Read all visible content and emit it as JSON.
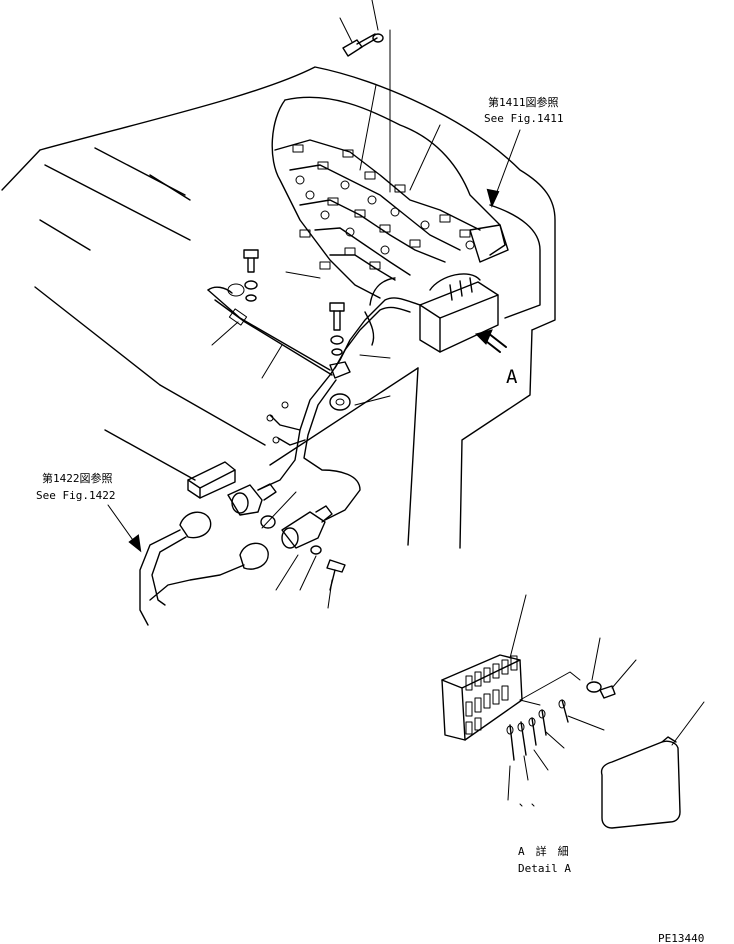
{
  "ref_1411": {
    "jp": "第1411図参照",
    "en": "See Fig.1411"
  },
  "ref_1422": {
    "jp": "第1422図参照",
    "en": "See Fig.1422"
  },
  "view_marker": "A",
  "detail": {
    "jp": "A　詳　細",
    "en": "Detail A"
  },
  "drawing_number": "PE13440"
}
